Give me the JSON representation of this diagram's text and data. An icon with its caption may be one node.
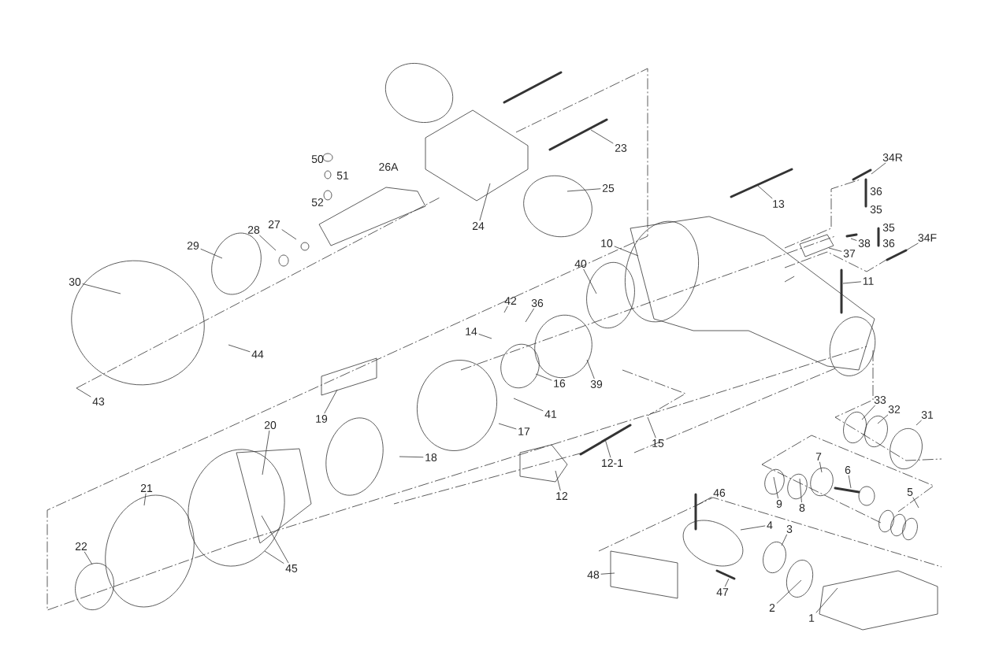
{
  "diagram": {
    "nodes": [
      {
        "text": [
          "23"
        ]
      },
      {
        "text": [
          "24"
        ]
      },
      {
        "text": [
          "25"
        ]
      },
      {
        "text": [
          "13"
        ]
      },
      {
        "text": [
          "34R"
        ]
      },
      {
        "text": [
          "29"
        ]
      },
      {
        "text": [
          "28"
        ]
      },
      {
        "text": [
          "27"
        ]
      },
      {
        "text": [
          "10"
        ]
      },
      {
        "text": [
          "38"
        ]
      },
      {
        "text": [
          "34F"
        ]
      },
      {
        "text": [
          "37"
        ]
      },
      {
        "text": [
          "40"
        ]
      },
      {
        "text": [
          "30"
        ]
      },
      {
        "text": [
          "11"
        ]
      },
      {
        "text": [
          "42"
        ]
      },
      {
        "text": [
          "36"
        ]
      },
      {
        "text": [
          "14"
        ]
      },
      {
        "text": [
          "44"
        ]
      },
      {
        "text": [
          "16"
        ]
      },
      {
        "text": [
          "39"
        ]
      },
      {
        "text": [
          "33"
        ]
      },
      {
        "text": [
          "43"
        ]
      },
      {
        "text": [
          "32"
        ]
      },
      {
        "text": [
          "31"
        ]
      },
      {
        "text": [
          "19"
        ]
      },
      {
        "text": [
          "41"
        ]
      },
      {
        "text": [
          "20"
        ]
      },
      {
        "text": [
          "17"
        ]
      },
      {
        "text": [
          "15"
        ]
      },
      {
        "text": [
          "7"
        ]
      },
      {
        "text": [
          "18"
        ]
      },
      {
        "text": [
          "12-1"
        ]
      },
      {
        "text": [
          "6"
        ]
      },
      {
        "text": [
          "21"
        ]
      },
      {
        "text": [
          "5"
        ]
      },
      {
        "text": [
          "46"
        ]
      },
      {
        "text": [
          "12"
        ]
      },
      {
        "text": [
          "9"
        ]
      },
      {
        "text": [
          "8"
        ]
      },
      {
        "text": [
          "4"
        ]
      },
      {
        "text": [
          "3"
        ]
      },
      {
        "text": [
          "22"
        ]
      },
      {
        "text": [
          "45"
        ]
      },
      {
        "text": [
          "48"
        ]
      },
      {
        "text": [
          "47"
        ]
      },
      {
        "text": [
          "2"
        ]
      },
      {
        "text": [
          "1"
        ]
      }
    ],
    "edges": [
      {
        "from": 0,
        "to": null,
        "arrow": "none"
      },
      {
        "from": 1,
        "to": null,
        "arrow": "none"
      },
      {
        "from": 2,
        "to": null,
        "arrow": "none"
      },
      {
        "from": 3,
        "to": null,
        "arrow": "none"
      },
      {
        "from": 4,
        "to": null,
        "arrow": "none"
      },
      {
        "from": 5,
        "to": null,
        "arrow": "none"
      },
      {
        "from": 6,
        "to": null,
        "arrow": "none"
      },
      {
        "from": 7,
        "to": null,
        "arrow": "none"
      },
      {
        "from": 8,
        "to": null,
        "arrow": "none"
      },
      {
        "from": 9,
        "to": null,
        "arrow": "none"
      },
      {
        "from": 10,
        "to": null,
        "arrow": "none"
      },
      {
        "from": 11,
        "to": null,
        "arrow": "none"
      },
      {
        "from": 12,
        "to": null,
        "arrow": "none"
      },
      {
        "from": 13,
        "to": null,
        "arrow": "none"
      },
      {
        "from": 14,
        "to": null,
        "arrow": "none"
      },
      {
        "from": 15,
        "to": null,
        "arrow": "none"
      },
      {
        "from": 16,
        "to": null,
        "arrow": "none"
      },
      {
        "from": 17,
        "to": null,
        "arrow": "none"
      },
      {
        "from": 18,
        "to": null,
        "arrow": "none"
      },
      {
        "from": 19,
        "to": null,
        "arrow": "none"
      },
      {
        "from": 20,
        "to": null,
        "arrow": "none"
      },
      {
        "from": 21,
        "to": null,
        "arrow": "none"
      },
      {
        "from": 22,
        "to": null,
        "arrow": "none"
      },
      {
        "from": 23,
        "to": null,
        "arrow": "none"
      },
      {
        "from": 24,
        "to": null,
        "arrow": "none"
      },
      {
        "from": 25,
        "to": null,
        "arrow": "none"
      },
      {
        "from": 26,
        "to": null,
        "arrow": "none"
      },
      {
        "from": 27,
        "to": null,
        "arrow": "none"
      },
      {
        "from": 28,
        "to": null,
        "arrow": "none"
      },
      {
        "from": 29,
        "to": null,
        "arrow": "none"
      },
      {
        "from": 30,
        "to": null,
        "arrow": "none"
      },
      {
        "from": 31,
        "to": null,
        "arrow": "none"
      },
      {
        "from": 32,
        "to": null,
        "arrow": "none"
      },
      {
        "from": 33,
        "to": null,
        "arrow": "none"
      },
      {
        "from": 34,
        "to": null,
        "arrow": "none"
      },
      {
        "from": 35,
        "to": null,
        "arrow": "none"
      },
      {
        "from": 36,
        "to": null,
        "arrow": "none"
      },
      {
        "from": 37,
        "to": null,
        "arrow": "none"
      },
      {
        "from": 38,
        "to": null,
        "arrow": "none"
      },
      {
        "from": 39,
        "to": null,
        "arrow": "none"
      },
      {
        "from": 40,
        "to": null,
        "arrow": "none"
      },
      {
        "from": 41,
        "to": null,
        "arrow": "none"
      },
      {
        "from": 42,
        "to": null,
        "arrow": "none"
      },
      {
        "from": 43,
        "to": null,
        "arrow": "none"
      },
      {
        "from": 44,
        "to": null,
        "arrow": "none"
      },
      {
        "from": 45,
        "to": null,
        "arrow": "none"
      },
      {
        "from": 46,
        "to": null,
        "arrow": "none"
      },
      {
        "from": 47,
        "to": null,
        "arrow": "none"
      },
      {
        "from": 43,
        "to": null,
        "arrow": "none"
      }
    ],
    "labels": [
      "50",
      "26A",
      "51",
      "36",
      "52",
      "35",
      "35",
      "36"
    ]
  }
}
